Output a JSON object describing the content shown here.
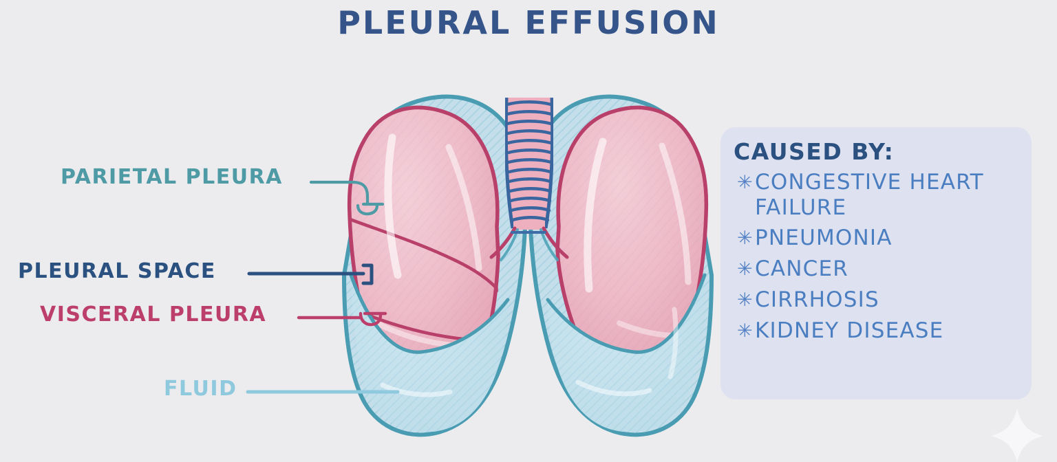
{
  "page": {
    "title": "PLEURAL EFFUSION",
    "background_color": "#ececee"
  },
  "colors": {
    "title_blue": "#35558a",
    "navy": "#2b5180",
    "teal": "#4e9ba6",
    "crimson": "#bc3f6b",
    "light_blue": "#8fc9de",
    "panel_bg": "#dee1f0",
    "list_blue": "#4a7ec0",
    "lung_pink": "#edb7c4",
    "fluid_blue": "#bfdeea"
  },
  "annotations": [
    {
      "id": "parietal",
      "label": "PARIETAL PLEURA",
      "color": "#4e9ba6",
      "leader": "curved-hook",
      "points_to": "outer-pleural-membrane"
    },
    {
      "id": "pleural-space",
      "label": "PLEURAL SPACE",
      "color": "#2b5180",
      "leader": "bracket",
      "points_to": "gap-between-membranes"
    },
    {
      "id": "visceral",
      "label": "VISCERAL PLEURA",
      "color": "#bc3f6b",
      "leader": "straight-hook",
      "points_to": "inner-pleural-membrane"
    },
    {
      "id": "fluid",
      "label": "FLUID",
      "color": "#8fc9de",
      "leader": "straight",
      "points_to": "fluid-collection-lung-base"
    }
  ],
  "causes": {
    "heading": "CAUSED BY:",
    "bullet_glyph": "✳",
    "items": [
      "CONGESTIVE HEART FAILURE",
      "PNEUMONIA",
      "CANCER",
      "CIRRHOSIS",
      "KIDNEY DISEASE"
    ]
  },
  "illustration": {
    "subject": "lungs-with-pleural-effusion",
    "parts": [
      "trachea",
      "right-lung",
      "left-lung",
      "parietal-pleura",
      "visceral-pleura",
      "pleural-fluid"
    ],
    "trachea_rings": 14,
    "decoration": "sparkle-star"
  }
}
